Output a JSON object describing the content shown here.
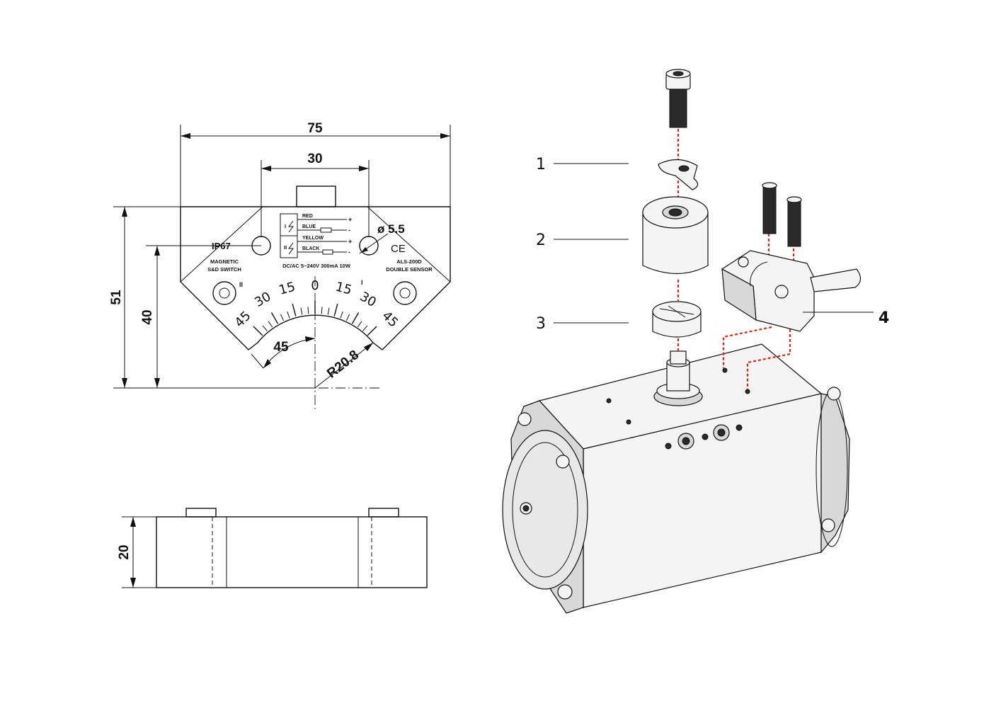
{
  "front_view": {
    "width_dim": "75",
    "hole_spacing_dim": "30",
    "height_dim": "51",
    "center_height_dim": "40",
    "hole_dia_dim": "ø 5.5",
    "angle_dim": "45",
    "radius_dim": "R20.8",
    "rating": "IP67",
    "product_name_line1": "MAGNETIC",
    "product_name_line2": "S&D  SWITCH",
    "power_spec": "DC/AC 5~240V 300mA 10W",
    "model_line1": "ALS-200D",
    "model_line2": "DOUBLE SENSOR",
    "ce_mark": "CE",
    "sensor_1_mark": "I",
    "sensor_2_mark": "II",
    "left_hole_mark": "II",
    "right_hole_mark": "I",
    "wires": [
      "RED",
      "BLUE",
      "YELLOW",
      "BLACK"
    ],
    "wire_polarity": [
      "+",
      "-",
      "+",
      "-"
    ],
    "scale_labels": [
      "45",
      "30",
      "15",
      "0",
      "15",
      "30",
      "45"
    ]
  },
  "side_view": {
    "thickness_dim": "20"
  },
  "exploded_view": {
    "callouts": [
      {
        "number": "1"
      },
      {
        "number": "2"
      },
      {
        "number": "3"
      },
      {
        "number": "4"
      }
    ]
  }
}
